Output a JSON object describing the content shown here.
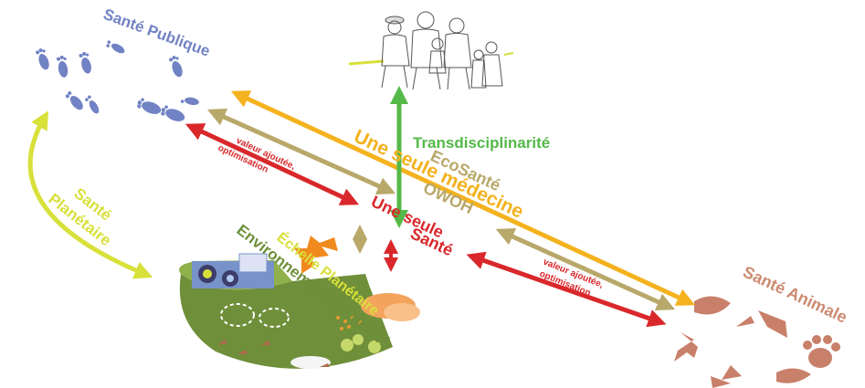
{
  "colors": {
    "public": "#7183C4",
    "planetary": "#D8E03A",
    "one_medicine": "#F4B21E",
    "ecosante": "#B8A86A",
    "one_health": "#D9282B",
    "trans": "#54B948",
    "env": "#6E8F3A",
    "animal": "#CC8A70"
  },
  "labels": {
    "sante_publique": "Santé Publique",
    "sante_planetaire_1": "Santé",
    "sante_planetaire_2": "Planétaire",
    "transdisciplinarite": "Transdisciplinarité",
    "une_seule_medecine": "Une seule médecine",
    "ecosante": "EcoSanté",
    "owoh": "OWOH",
    "une_seule_sante_1": "Une seule",
    "une_seule_sante_2": "Santé",
    "environnement": "Environnement et société",
    "echelle": "Échelle Planétaire",
    "valeur_1": "valeur ajoutée,",
    "valeur_2": "optimisation",
    "valeur_3": "valeur ajoutée,",
    "valeur_4": "optimisation",
    "sante_animale": "Santé Animale"
  },
  "icons": {
    "people": "family-group-icon",
    "footprints": "human-footprints-icon",
    "animal_tracks": "animal-tracks-icon",
    "planet": "planet-environment-icon"
  }
}
